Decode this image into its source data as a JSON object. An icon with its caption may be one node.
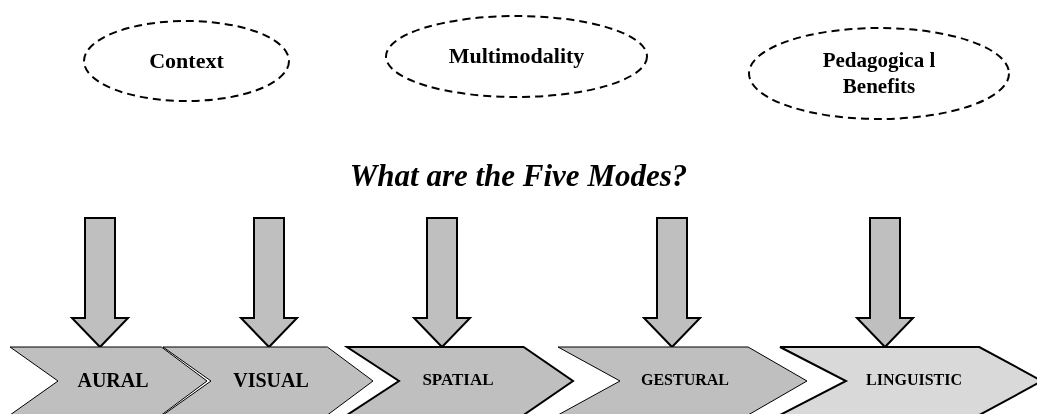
{
  "diagram": {
    "title": "What are the Five Modes?",
    "nodes": [
      {
        "text": [
          "Context"
        ]
      },
      {
        "text": [
          "Multimodality"
        ]
      },
      {
        "text": [
          "Pedagogica l Benefits"
        ]
      },
      {
        "text": [
          "AURAL"
        ]
      },
      {
        "text": [
          "VISUAL"
        ]
      },
      {
        "text": [
          "SPATIAL"
        ]
      },
      {
        "text": [
          "GESTURAL"
        ]
      },
      {
        "text": [
          "LINGUISTIC"
        ]
      }
    ],
    "edges": [
      {
        "from": null,
        "to": 3,
        "arrow": "to",
        "style": "thick"
      },
      {
        "from": null,
        "to": 4,
        "arrow": "to",
        "style": "thick"
      },
      {
        "from": null,
        "to": 5,
        "arrow": "to",
        "style": "thick"
      },
      {
        "from": null,
        "to": 6,
        "arrow": "to",
        "style": "thick"
      },
      {
        "from": null,
        "to": 7,
        "arrow": "to",
        "style": "thick"
      }
    ]
  }
}
